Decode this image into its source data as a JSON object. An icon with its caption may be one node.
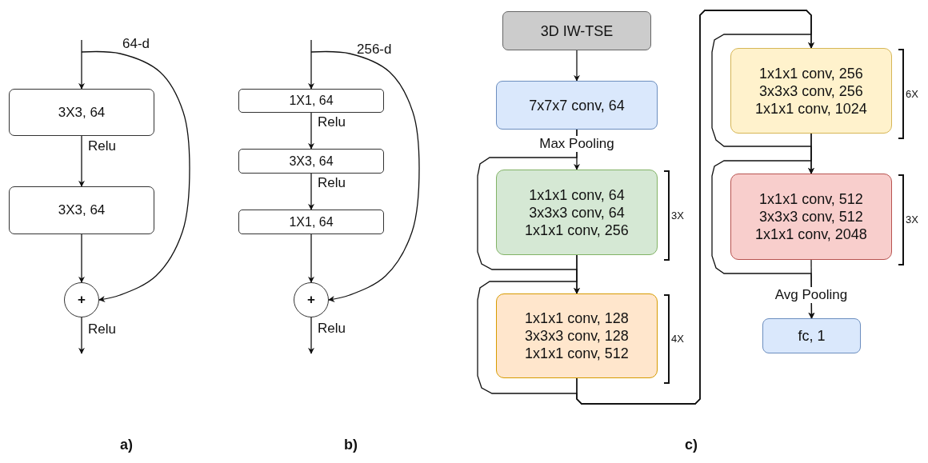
{
  "diagram": {
    "nodes": [
      {
        "text": [
          "3X3, 64"
        ]
      },
      {
        "text": [
          "3X3, 64"
        ]
      },
      {
        "text": [
          "+"
        ]
      },
      {
        "text": [
          "1X1, 64"
        ]
      },
      {
        "text": [
          "3X3, 64"
        ]
      },
      {
        "text": [
          "1X1, 64"
        ]
      },
      {
        "text": [
          "+"
        ]
      },
      {
        "text": [
          "3D IW-TSE"
        ]
      },
      {
        "text": [
          "7x7x7 conv, 64"
        ]
      },
      {
        "text": [
          "1x1x1 conv, 64 3x3x3 conv, 64 1x1x1 conv, 256"
        ],
        "beside": [
          "3X"
        ]
      },
      {
        "text": [
          "1x1x1 conv, 128 3x3x3 conv, 128 1x1x1 conv, 512"
        ],
        "beside": [
          "4X"
        ]
      },
      {
        "text": [
          "1x1x1 conv, 256 3x3x3 conv, 256 1x1x1 conv, 1024"
        ],
        "beside": [
          "6X"
        ]
      },
      {
        "text": [
          "1x1x1 conv, 512 3x3x3 conv, 512 1x1x1 conv, 2048"
        ],
        "beside": [
          "3X"
        ]
      },
      {
        "text": [
          "fc, 1"
        ]
      }
    ],
    "edges": [
      {
        "from": null,
        "to": 0,
        "arrow": "to"
      },
      {
        "from": 0,
        "to": 1,
        "arrow": "to",
        "label": "Relu"
      },
      {
        "from": 1,
        "to": 2,
        "arrow": "to"
      },
      {
        "from": null,
        "to": 2,
        "arrow": "to"
      },
      {
        "from": 2,
        "to": null,
        "arrow": "to",
        "label": "Relu"
      },
      {
        "from": null,
        "to": 3,
        "arrow": "to"
      },
      {
        "from": 3,
        "to": 4,
        "arrow": "to",
        "label": "Relu"
      },
      {
        "from": 4,
        "to": 5,
        "arrow": "to",
        "label": "Relu"
      },
      {
        "from": 5,
        "to": 6,
        "arrow": "to"
      },
      {
        "from": null,
        "to": 6,
        "arrow": "to"
      },
      {
        "from": 6,
        "to": null,
        "arrow": "to",
        "label": "Relu"
      },
      {
        "from": 7,
        "to": 8,
        "arrow": "to"
      },
      {
        "from": 8,
        "to": 9,
        "arrow": "to",
        "label": "Max Pooling"
      },
      {
        "from": 9,
        "to": 10,
        "arrow": "to"
      },
      {
        "from": 10,
        "to": 11,
        "arrow": "to"
      },
      {
        "from": 11,
        "to": 12,
        "arrow": "to"
      },
      {
        "from": 12,
        "to": 13,
        "arrow": "to",
        "label": "Avg Pooling"
      },
      {
        "from": 8,
        "to": 10,
        "arrow": "to"
      },
      {
        "from": 9,
        "to": 11,
        "arrow": "to"
      },
      {
        "from": 10,
        "to": 12,
        "arrow": "to"
      },
      {
        "from": 11,
        "to": 13,
        "arrow": "to"
      }
    ],
    "labels": [
      "64-d",
      "256-d",
      "a)",
      "b)",
      "c)"
    ]
  }
}
